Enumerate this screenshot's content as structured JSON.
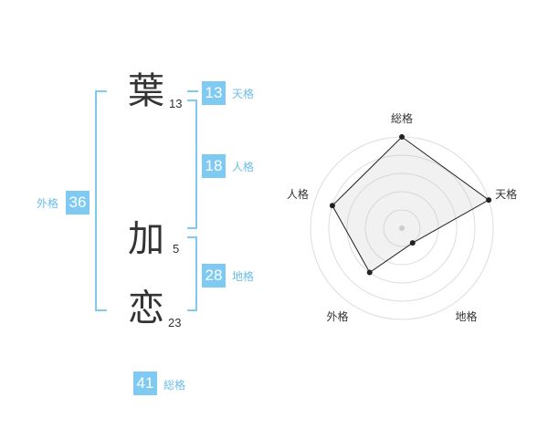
{
  "name_chars": [
    {
      "char": "葉",
      "strokes": "13"
    },
    {
      "char": "加",
      "strokes": "5"
    },
    {
      "char": "恋",
      "strokes": "23"
    }
  ],
  "fortunes": {
    "tenkaku": {
      "label": "天格",
      "value": "13"
    },
    "jinkaku": {
      "label": "人格",
      "value": "18"
    },
    "chikaku": {
      "label": "地格",
      "value": "28"
    },
    "gaikaku": {
      "label": "外格",
      "value": "36"
    },
    "soukaku": {
      "label": "総格",
      "value": "41"
    }
  },
  "colors": {
    "accent": "#7fcaf3",
    "bracket": "#7fcaf3",
    "text": "#333333"
  },
  "chart_data": {
    "type": "radar",
    "axes": [
      "総格",
      "天格",
      "地格",
      "外格",
      "人格"
    ],
    "values": [
      1.0,
      1.0,
      0.2,
      0.6,
      0.8
    ],
    "rings": 5,
    "range": [
      0,
      1
    ]
  }
}
